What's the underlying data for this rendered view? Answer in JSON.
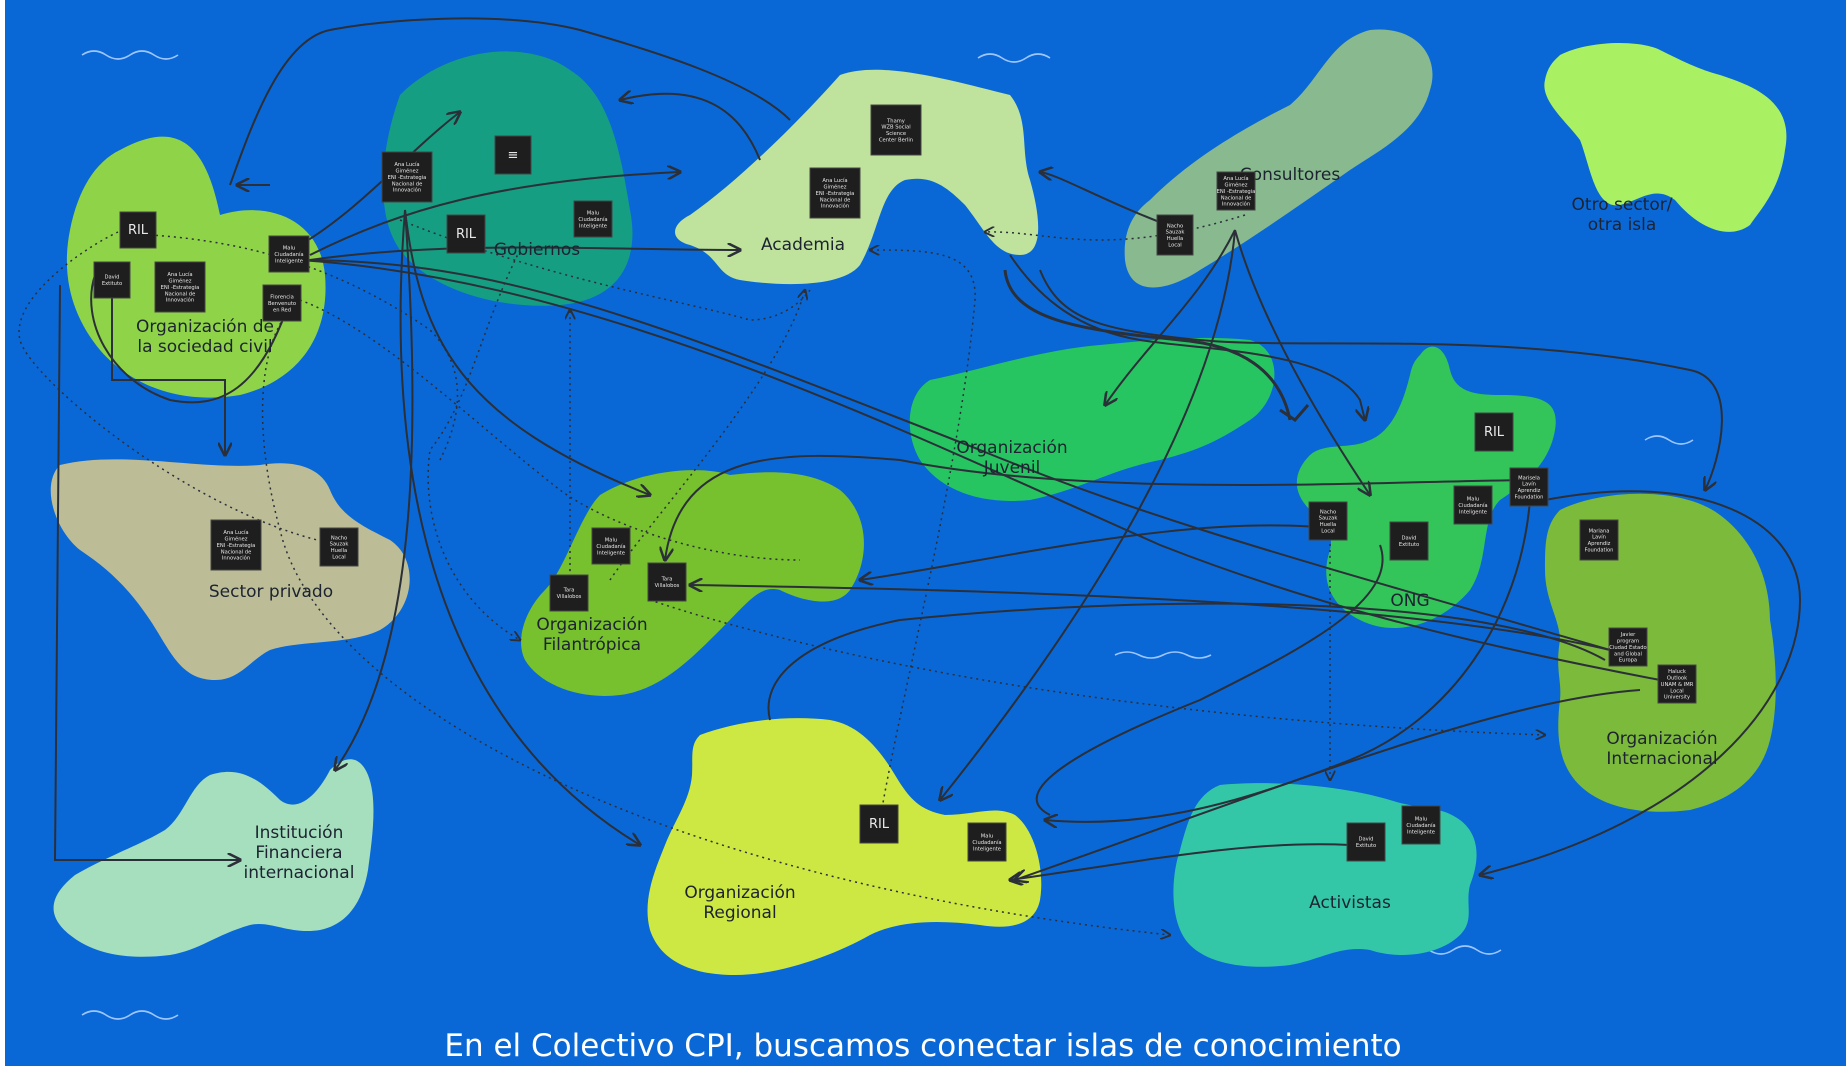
{
  "colors": {
    "ocean": "#0a68d6",
    "arrow_solid": "#2b2f38",
    "arrow_dotted": "#2b2f38",
    "wave": "#9ec6ff",
    "sticky": "#1e1e1e"
  },
  "caption": "En el Colectivo CPI, buscamos conectar islas de conocimiento",
  "islands": [
    {
      "id": "osc",
      "lines": [
        "Organización de",
        "la sociedad civil"
      ],
      "color": "#8fd448"
    },
    {
      "id": "gob",
      "lines": [
        "Gobiernos"
      ],
      "color": "#169e83"
    },
    {
      "id": "aca",
      "lines": [
        "Academia"
      ],
      "color": "#bfe39c"
    },
    {
      "id": "con",
      "lines": [
        "Consultores"
      ],
      "color": "#88b98f"
    },
    {
      "id": "otro",
      "lines": [
        "Otro sector/",
        "otra isla"
      ],
      "color": "#a9f062"
    },
    {
      "id": "priv",
      "lines": [
        "Sector privado"
      ],
      "color": "#bcbd97"
    },
    {
      "id": "juv",
      "lines": [
        "Organización",
        "Juvenil"
      ],
      "color": "#27c562"
    },
    {
      "id": "ong",
      "lines": [
        "ONG"
      ],
      "color": "#33c55a"
    },
    {
      "id": "fil",
      "lines": [
        "Organización",
        "Filantrópica"
      ],
      "color": "#77c02e"
    },
    {
      "id": "int",
      "lines": [
        "Organización",
        "Internacional"
      ],
      "color": "#7cba3c"
    },
    {
      "id": "fin",
      "lines": [
        "Institución",
        "Financiera",
        "internacional"
      ],
      "color": "#a6dfbe"
    },
    {
      "id": "reg",
      "lines": [
        "Organización",
        "Regional"
      ],
      "color": "#cde842"
    },
    {
      "id": "act",
      "lines": [
        "Activistas"
      ],
      "color": "#33c7a8"
    }
  ],
  "stickies": [
    {
      "id": "s1",
      "lines": [
        "RIL"
      ],
      "big": true
    },
    {
      "id": "s2",
      "lines": [
        "David",
        "Extituto"
      ],
      "big": false
    },
    {
      "id": "s3",
      "lines": [
        "Ana Lucía",
        "Giménez",
        "ENI -Estrategia",
        "Nacional de",
        "Innovación"
      ],
      "big": false
    },
    {
      "id": "s4",
      "lines": [
        "Malu",
        "Ciudadanía",
        "Inteligente"
      ],
      "big": false
    },
    {
      "id": "s5",
      "lines": [
        "Florencia",
        "Benvenuto",
        "en Red"
      ],
      "big": false
    },
    {
      "id": "s6",
      "lines": [
        "Ana Lucía",
        "Giménez",
        "ENI -Estrategia",
        "Nacional de",
        "Innovación"
      ],
      "big": false
    },
    {
      "id": "s7",
      "lines": [
        "RIL"
      ],
      "big": true
    },
    {
      "id": "s8",
      "lines": [
        "Malu",
        "Ciudadanía",
        "Inteligente"
      ],
      "big": false
    },
    {
      "id": "s9",
      "lines": [
        "≡"
      ],
      "big": true
    },
    {
      "id": "s10",
      "lines": [
        "Thamy",
        "WZB Social",
        "Science",
        "Center Berlin"
      ],
      "big": false
    },
    {
      "id": "s11",
      "lines": [
        "Ana Lucía",
        "Giménez",
        "ENI -Estrategia",
        "Nacional de",
        "Innovación"
      ],
      "big": false
    },
    {
      "id": "s12",
      "lines": [
        "Ana Lucía",
        "Giménez",
        "ENI -Estrategia",
        "Nacional de",
        "Innovación"
      ],
      "big": false
    },
    {
      "id": "s13",
      "lines": [
        "Nacho",
        "Sauzak",
        "Huella",
        "Local"
      ],
      "big": false
    },
    {
      "id": "s14",
      "lines": [
        "Ana Lucía",
        "Giménez",
        "ENI -Estrategia",
        "Nacional de",
        "Innovación"
      ],
      "big": false
    },
    {
      "id": "s15",
      "lines": [
        "Nacho",
        "Sauzak",
        "Huella",
        "Local"
      ],
      "big": false
    },
    {
      "id": "s16",
      "lines": [
        "Malu",
        "Ciudadanía",
        "Inteligente"
      ],
      "big": false
    },
    {
      "id": "s17",
      "lines": [
        "Tara",
        "Villalobos"
      ],
      "big": false
    },
    {
      "id": "s18",
      "lines": [
        "Tara",
        "Villalobos"
      ],
      "big": false
    },
    {
      "id": "s19",
      "lines": [
        "RIL"
      ],
      "big": true
    },
    {
      "id": "s20",
      "lines": [
        "Malu",
        "Ciudadanía",
        "Inteligente"
      ],
      "big": false
    },
    {
      "id": "s21",
      "lines": [
        "Marisela",
        "Lavín",
        "Aprendiz",
        "Foundation"
      ],
      "big": false
    },
    {
      "id": "s22",
      "lines": [
        "Nacho",
        "Sauzak",
        "Huella",
        "Local"
      ],
      "big": false
    },
    {
      "id": "s23",
      "lines": [
        "David",
        "Extituto"
      ],
      "big": false
    },
    {
      "id": "s24",
      "lines": [
        "Mariana",
        "Lavín",
        "Aprendiz",
        "Foundation"
      ],
      "big": false
    },
    {
      "id": "s25",
      "lines": [
        "Javier",
        "program",
        "Ciudad Estado",
        "and Global",
        "Europa"
      ],
      "big": false
    },
    {
      "id": "s26",
      "lines": [
        "Haluck",
        "Outlook",
        "UNAM & IMR",
        "Local",
        "University"
      ],
      "big": false
    },
    {
      "id": "s27",
      "lines": [
        "RIL"
      ],
      "big": true
    },
    {
      "id": "s28",
      "lines": [
        "Malu",
        "Ciudadanía",
        "Inteligente"
      ],
      "big": false
    },
    {
      "id": "s29",
      "lines": [
        "David",
        "Extituto"
      ],
      "big": false
    },
    {
      "id": "s30",
      "lines": [
        "Malu",
        "Ciudadanía",
        "Inteligente"
      ],
      "big": false
    }
  ]
}
